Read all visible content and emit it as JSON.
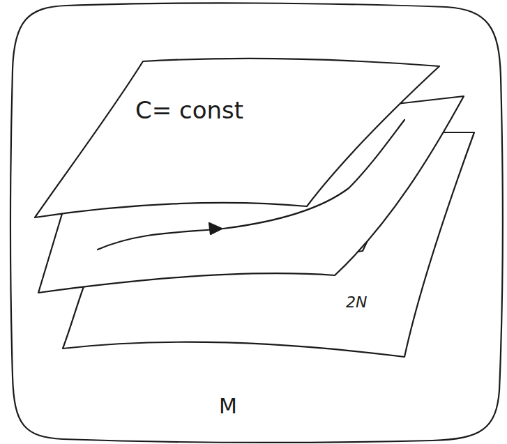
{
  "diagram": {
    "labels": [
      "C= const",
      "2N",
      "M"
    ]
  }
}
